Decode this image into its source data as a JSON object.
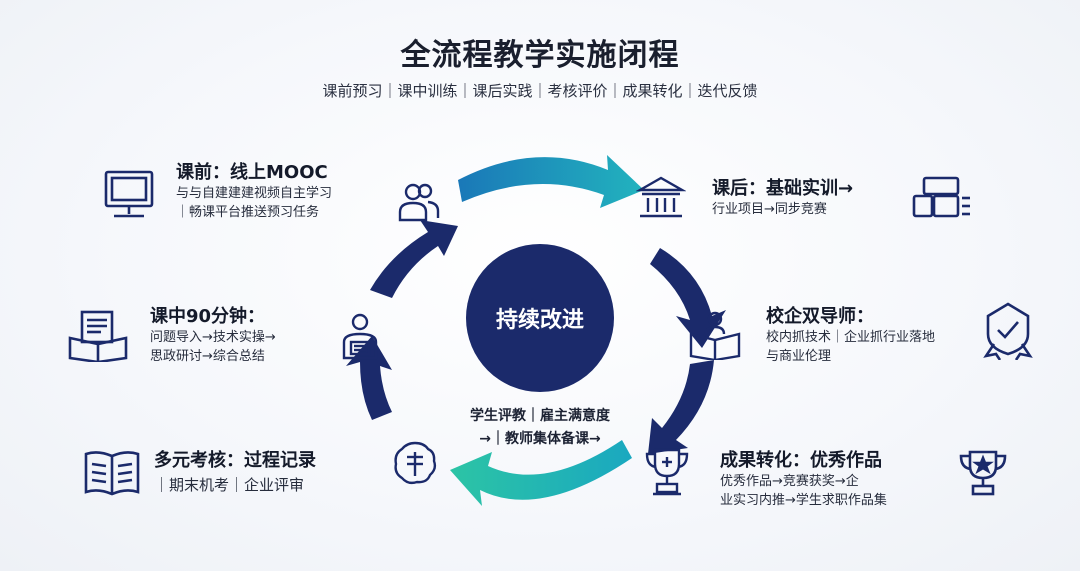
{
  "title": "全流程教学实施闭程",
  "subtitle": "课前预习｜课中训练｜课后实践｜考核评价｜成果转化｜迭代反馈",
  "hub": "持续改进",
  "center_text": {
    "line1": "学生评教｜雇主满意度",
    "line2": "→｜教师集体备课→"
  },
  "nodes": {
    "pre": {
      "title": "课前：线上MOOC",
      "lines": [
        "与与自建建建视频自主学习",
        "｜畅课平台推送预习任务"
      ]
    },
    "in": {
      "title": "课中90分钟：",
      "lines": [
        "问题导入→技术实操→",
        "思政研讨→综合总结"
      ]
    },
    "assess": {
      "title": "多元考核：过程记录",
      "lines": [
        "｜期末机考｜企业评审"
      ]
    },
    "post": {
      "title": "课后：基础实训→",
      "lines": [
        "行业项目→同步竞赛"
      ]
    },
    "mentor": {
      "title": "校企双导师：",
      "lines": [
        "校内抓技术｜企业抓行业落地",
        "与商业伦理"
      ]
    },
    "result": {
      "title": "成果转化：优秀作品",
      "lines": [
        "优秀作品→竞赛获奖→企",
        "业实习内推→学生求职作品集"
      ]
    }
  },
  "colors": {
    "navy": "#1b2a6b",
    "teal": "#1fb3b8",
    "text": "#1c2233"
  },
  "icons": [
    "computer-icon",
    "users-icon",
    "document-icon",
    "student-icon",
    "book-icon",
    "seal-icon",
    "institution-icon",
    "blocks-icon",
    "teacher-icon",
    "badge-icon",
    "trophy-icon",
    "star-trophy-icon"
  ]
}
